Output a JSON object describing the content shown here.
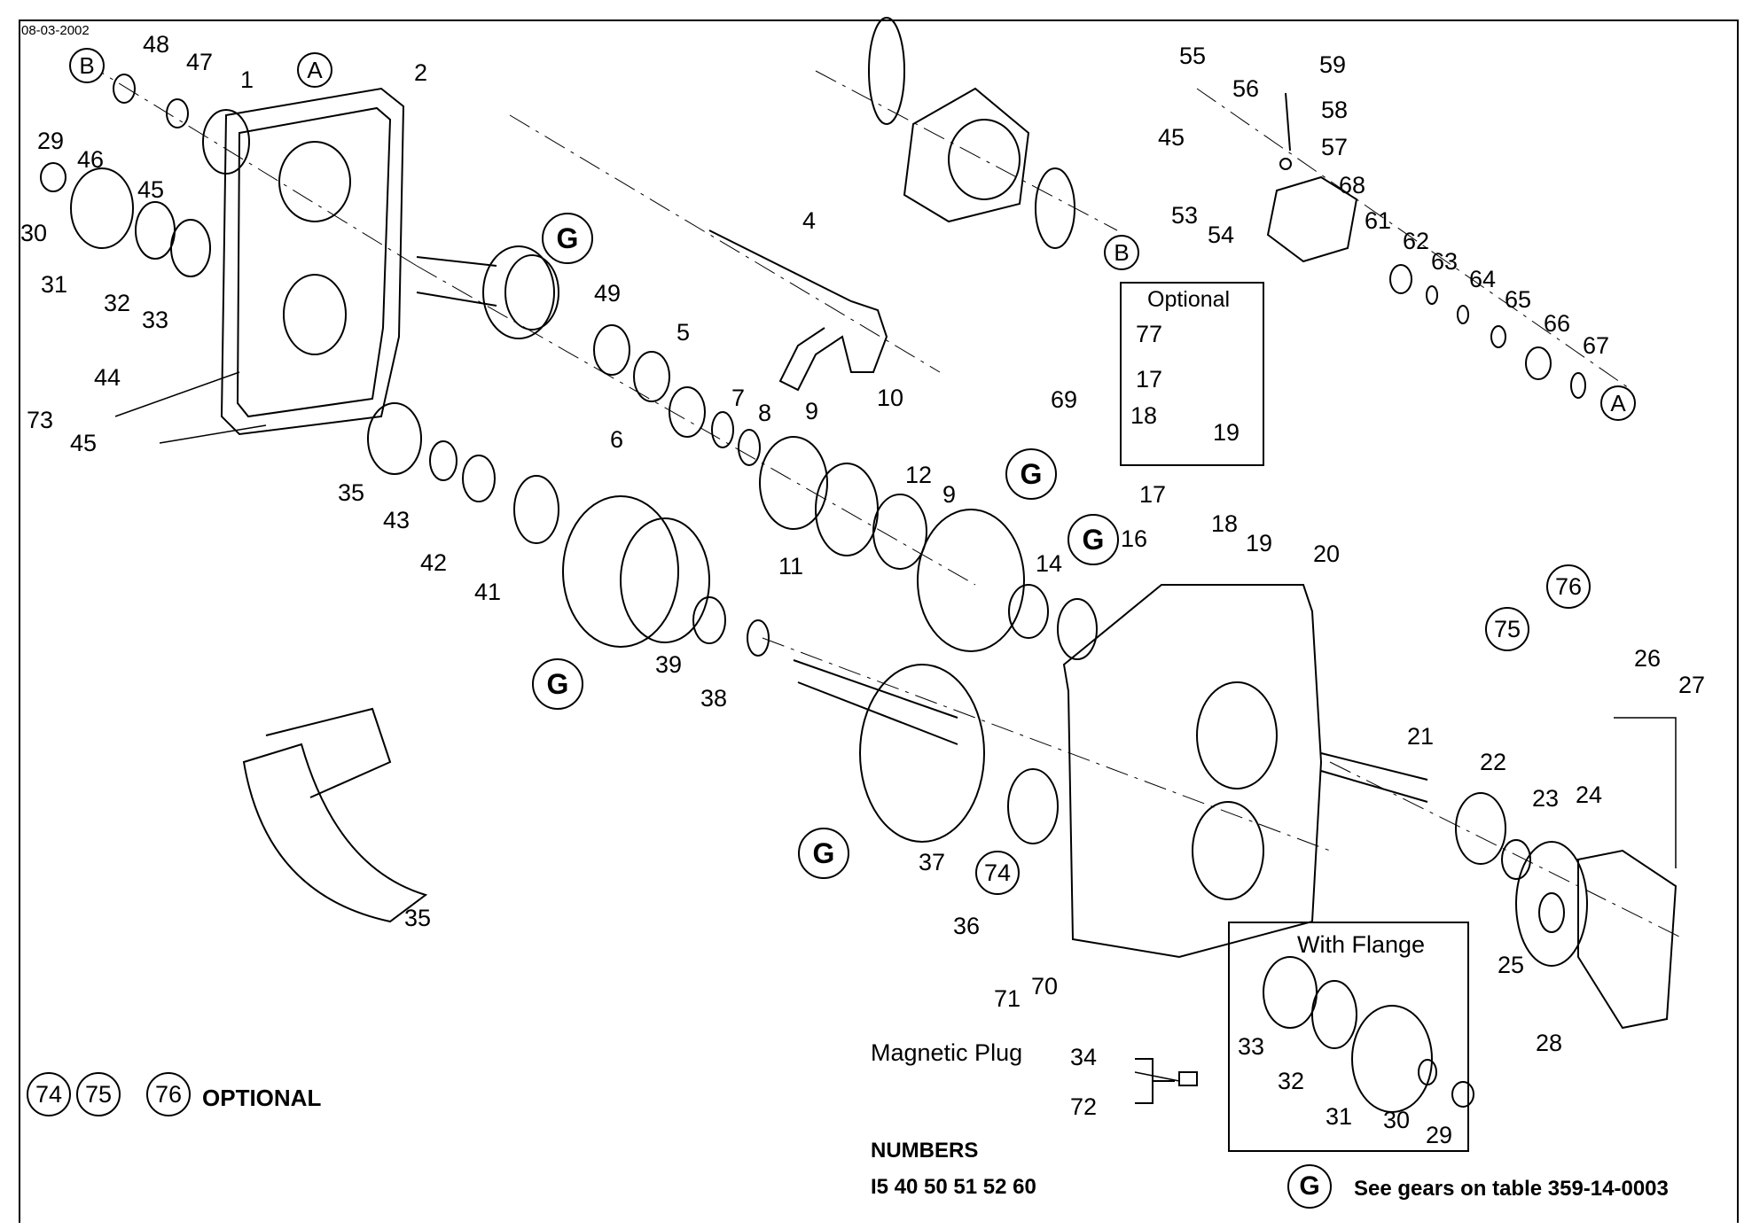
{
  "header": {
    "date": "08-03-2002"
  },
  "ref_circles": {
    "A": "A",
    "B": "B",
    "G": "G"
  },
  "optional_box": {
    "title": "Optional",
    "items": [
      "77",
      "17",
      "18",
      "19"
    ]
  },
  "flange_box": {
    "title": "With Flange",
    "items": [
      "33",
      "32",
      "31",
      "30",
      "29"
    ]
  },
  "part_numbers": {
    "p48": "48",
    "p47": "47",
    "p1": "1",
    "p2": "2",
    "p29a": "29",
    "p46": "46",
    "p45a": "45",
    "p30a": "30",
    "p31a": "31",
    "p32a": "32",
    "p33a": "33",
    "p44": "44",
    "p73": "73",
    "p45b": "45",
    "p4": "4",
    "p49": "49",
    "p5": "5",
    "p6": "6",
    "p7": "7",
    "p8": "8",
    "p9a": "9",
    "p10": "10",
    "p35a": "35",
    "p43": "43",
    "p42": "42",
    "p41": "41",
    "p11": "11",
    "p12": "12",
    "p9b": "9",
    "p14": "14",
    "p16": "16",
    "p17": "17",
    "p18": "18",
    "p19": "19",
    "p20": "20",
    "p39": "39",
    "p38": "38",
    "p37": "37",
    "p36": "36",
    "p74": "74",
    "p35b": "35",
    "p71": "71",
    "p70": "70",
    "p69": "69",
    "p55": "55",
    "p56": "56",
    "p59": "59",
    "p58": "58",
    "p57": "57",
    "p45c": "45",
    "p53": "53",
    "p54": "54",
    "p68": "68",
    "p61": "61",
    "p62": "62",
    "p63": "63",
    "p64": "64",
    "p65": "65",
    "p66": "66",
    "p67": "67",
    "p75": "75",
    "p76": "76",
    "p26": "26",
    "p27": "27",
    "p21": "21",
    "p22": "22",
    "p23": "23",
    "p24": "24",
    "p25": "25",
    "p28": "28",
    "p34": "34",
    "p72": "72"
  },
  "magnetic_plug_label": "Magnetic Plug",
  "optional_legend": {
    "items": [
      "74",
      "75",
      "76"
    ],
    "label": "OPTIONAL"
  },
  "numbers_block": {
    "title": "NUMBERS",
    "values": "I5  40  50  51  52  60"
  },
  "gear_note": {
    "symbol": "G",
    "text": "See gears on table 359-14-0003"
  }
}
